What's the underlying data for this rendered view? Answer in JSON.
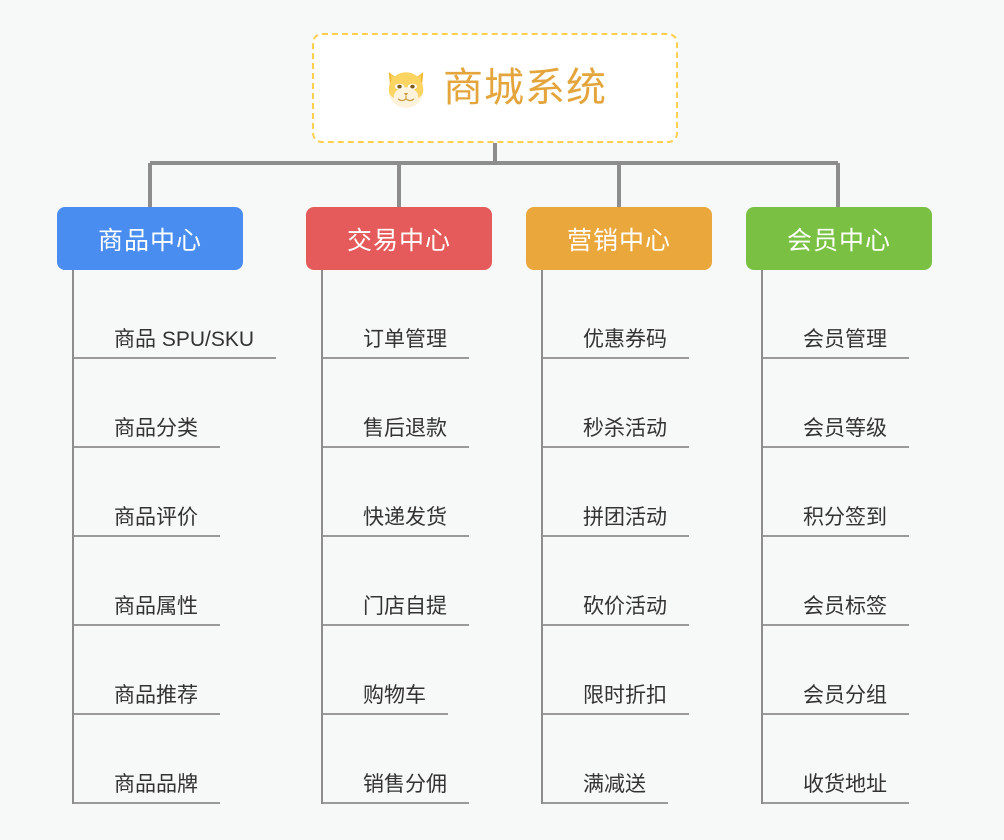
{
  "root": {
    "title": "商城系统",
    "icon": "shiba-dog-icon",
    "border_color": "#ffcf4d",
    "text_color": "#e3a53c",
    "background": "#ffffff"
  },
  "canvas": {
    "background": "#f7f8f8",
    "line_color": "#8d8d8d"
  },
  "branches": [
    {
      "label": "商品中心",
      "color": "#4a8df0",
      "items": [
        "商品 SPU/SKU",
        "商品分类",
        "商品评价",
        "商品属性",
        "商品推荐",
        "商品品牌"
      ]
    },
    {
      "label": "交易中心",
      "color": "#e55a5a",
      "items": [
        "订单管理",
        "售后退款",
        "快递发货",
        "门店自提",
        "购物车",
        "销售分佣"
      ]
    },
    {
      "label": "营销中心",
      "color": "#eaa73c",
      "items": [
        "优惠券码",
        "秒杀活动",
        "拼团活动",
        "砍价活动",
        "限时折扣",
        "满减送"
      ]
    },
    {
      "label": "会员中心",
      "color": "#7ac143",
      "items": [
        "会员管理",
        "会员等级",
        "积分签到",
        "会员标签",
        "会员分组",
        "收货地址"
      ]
    }
  ]
}
